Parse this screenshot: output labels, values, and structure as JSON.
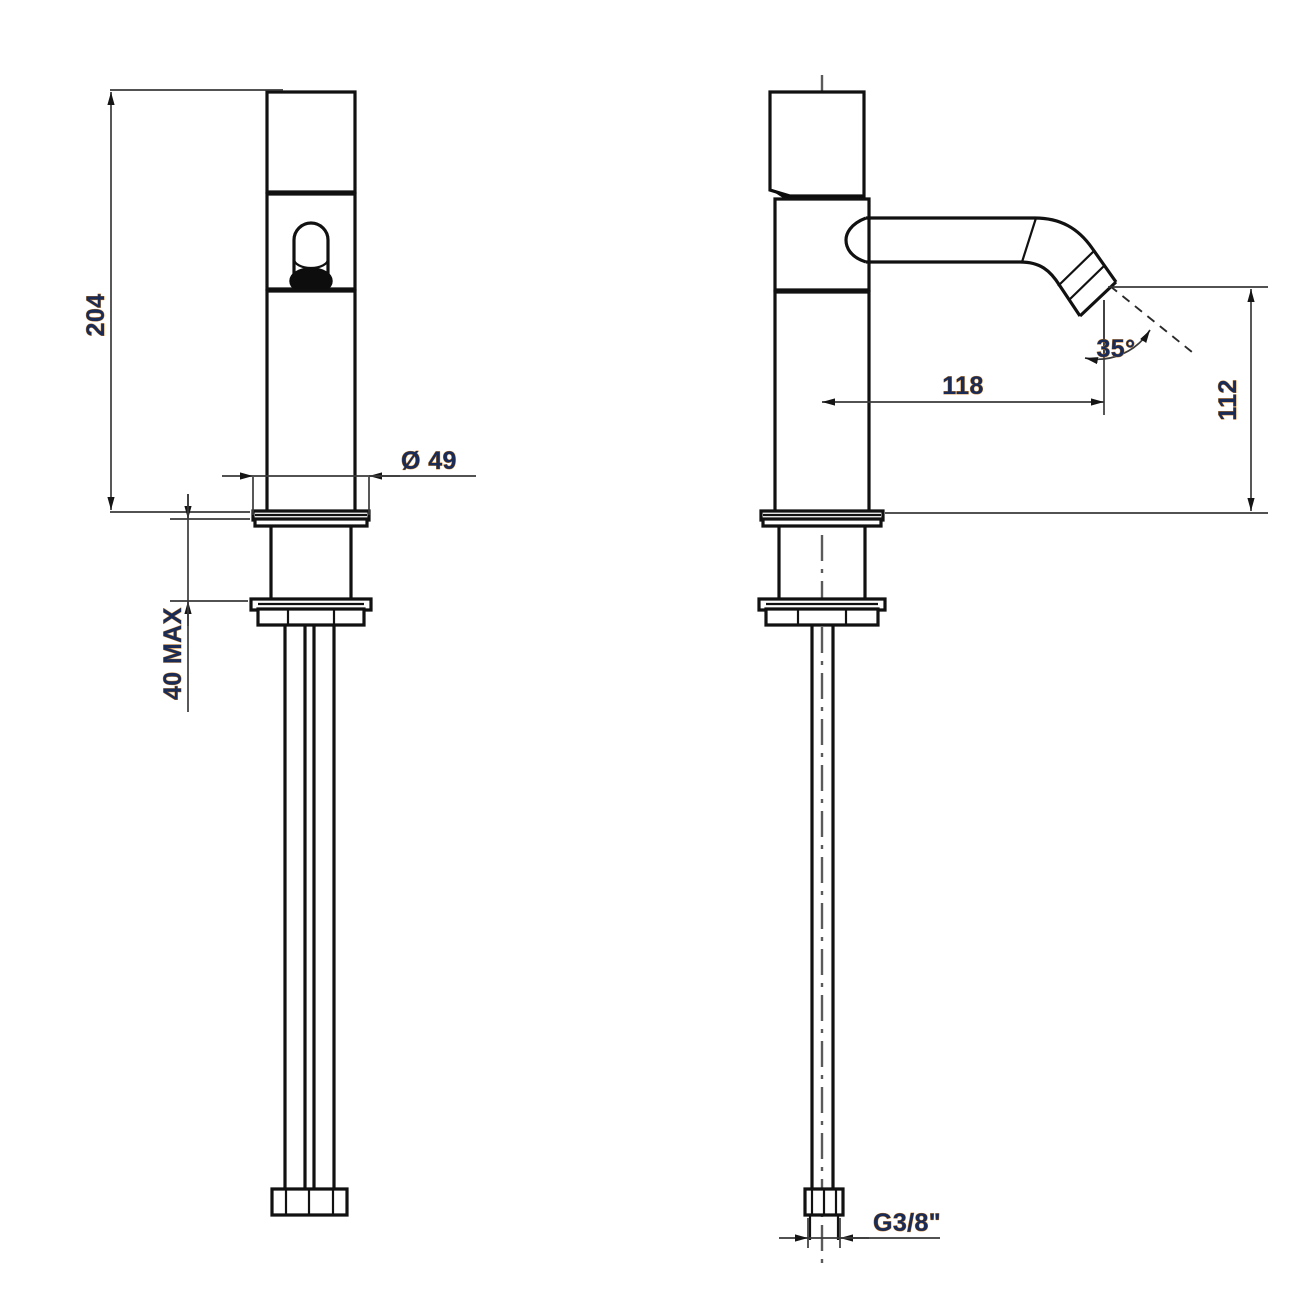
{
  "drawing": {
    "title": "Single-lever basin mixer tap — technical dimension drawing",
    "units": "mm",
    "background_color": "#ffffff",
    "line_color": "#111111",
    "dimension_line_color": "#3a3a3a",
    "dimension_text_color": "#1a2b55",
    "dimension_text_outline_color": "#c87a1e",
    "views": [
      {
        "name": "front-view",
        "label": ""
      },
      {
        "name": "side-view",
        "label": ""
      }
    ]
  },
  "dimensions": {
    "overall_height": {
      "value": "204",
      "name": "overall-height-dimension",
      "orientation": "vertical",
      "view": "front-view"
    },
    "base_diameter": {
      "value": "Ø 49",
      "name": "base-diameter-dimension",
      "orientation": "horizontal",
      "view": "front-view"
    },
    "max_deck_thickness": {
      "value": "40 MAX",
      "name": "max-deck-thickness-dimension",
      "orientation": "vertical",
      "view": "front-view"
    },
    "spout_reach": {
      "value": "118",
      "name": "spout-reach-dimension",
      "orientation": "horizontal",
      "view": "side-view"
    },
    "spout_height": {
      "value": "112",
      "name": "spout-height-dimension",
      "orientation": "vertical",
      "view": "side-view"
    },
    "outlet_angle": {
      "value": "35°",
      "name": "outlet-angle-dimension",
      "orientation": "angular",
      "view": "side-view"
    },
    "supply_thread": {
      "value": "G3/8\"",
      "name": "supply-thread-callout",
      "orientation": "horizontal",
      "view": "side-view"
    }
  }
}
